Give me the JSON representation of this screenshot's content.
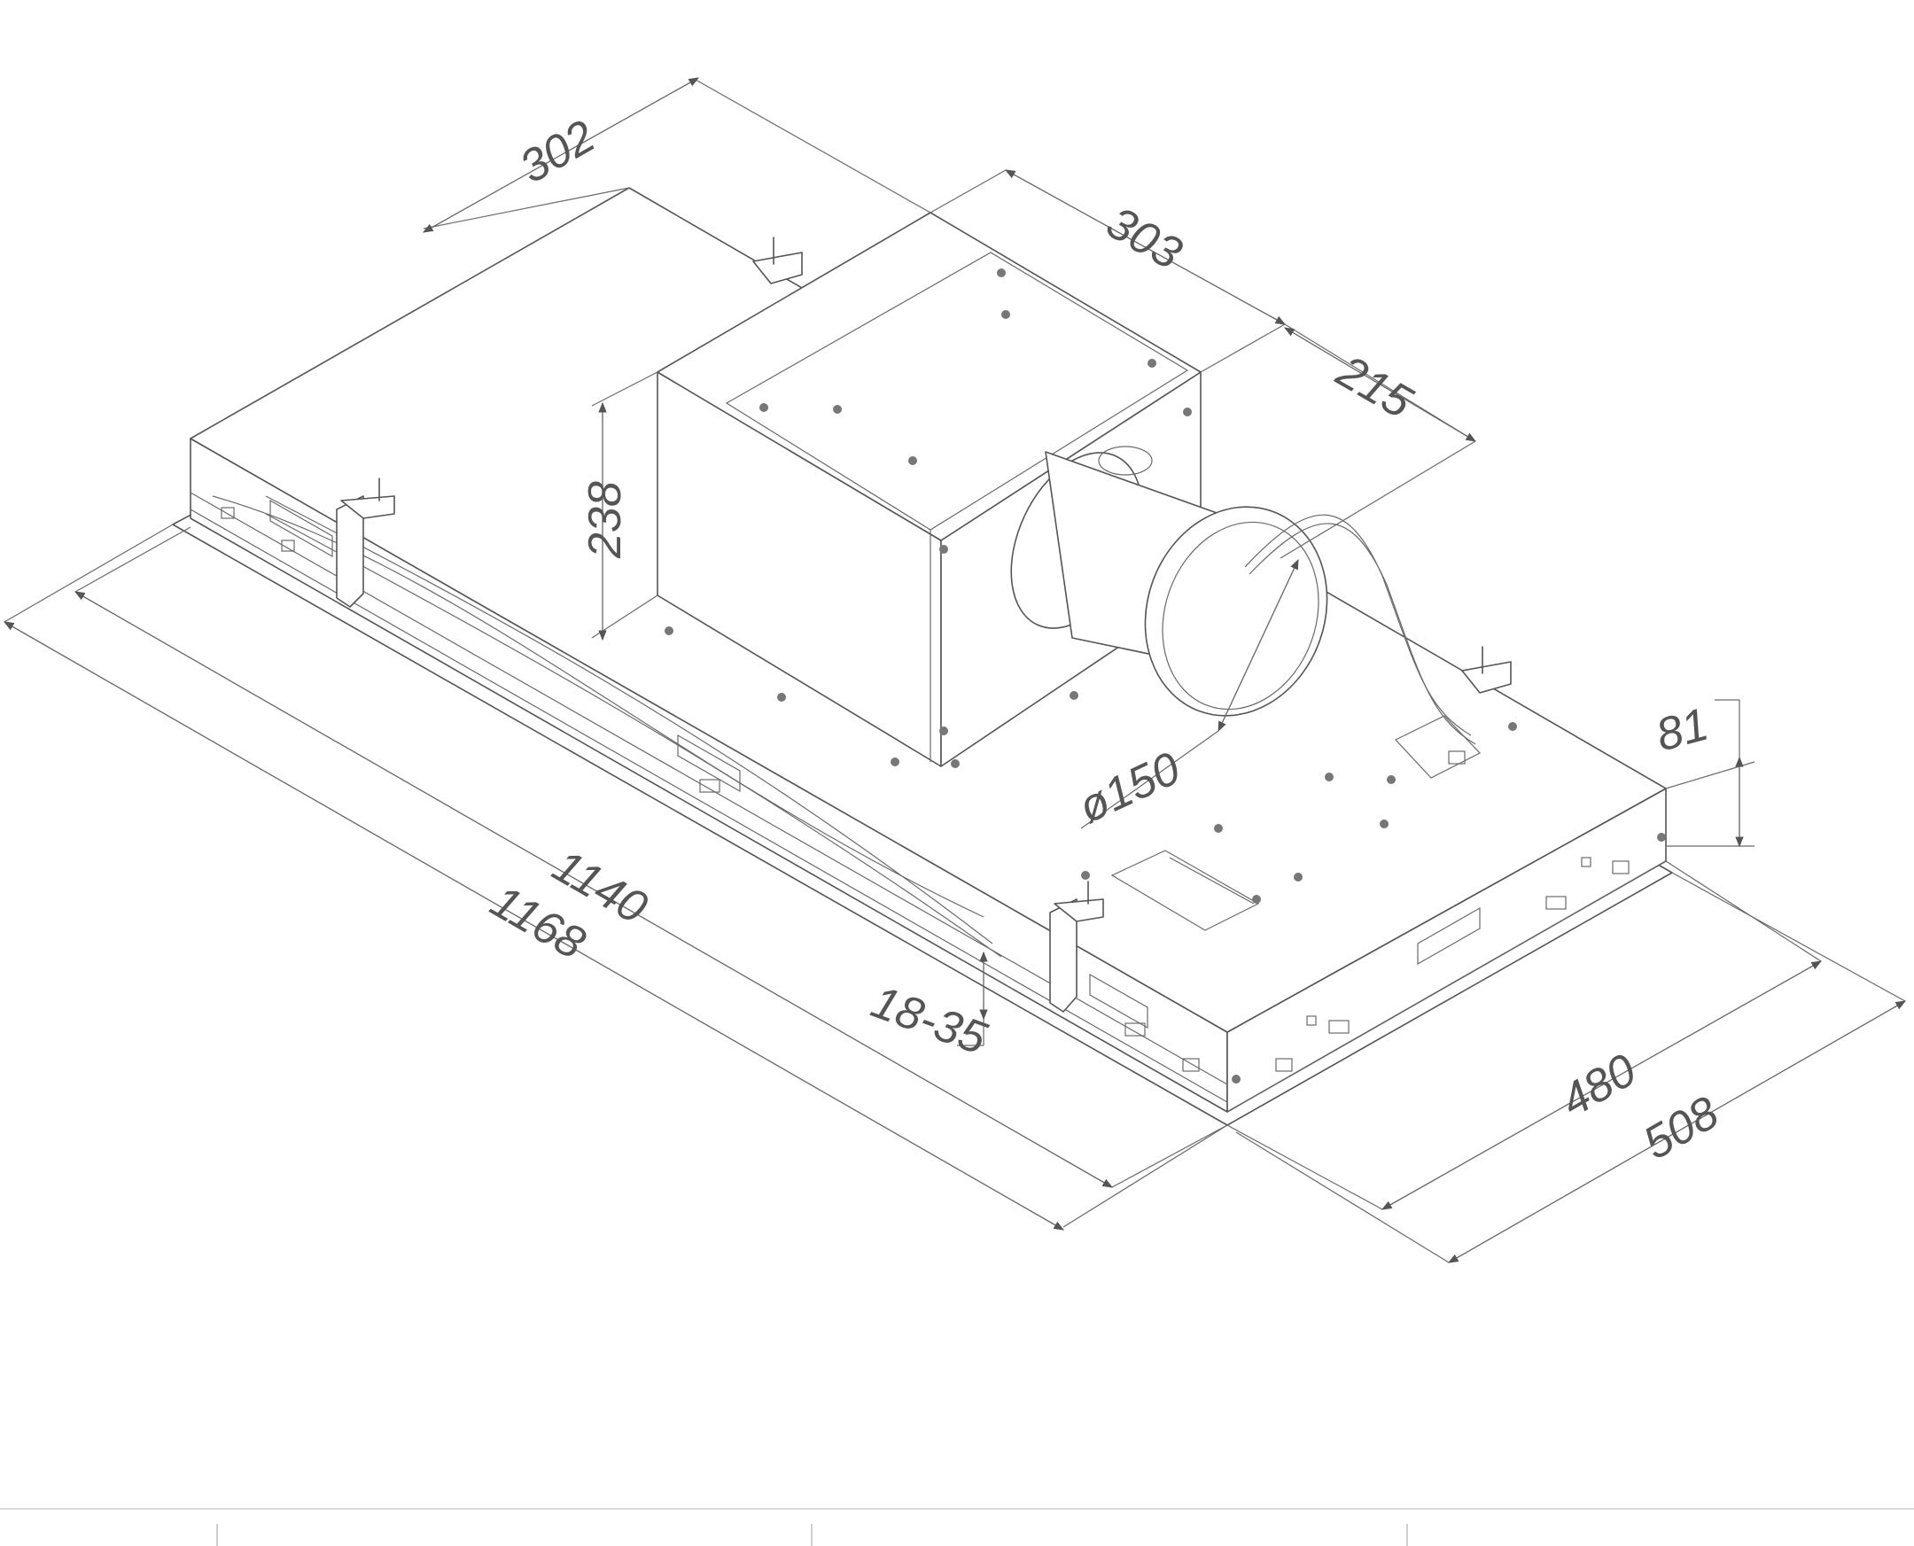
{
  "dimensions": {
    "d302": "302",
    "d303": "303",
    "d215": "215",
    "d238": "238",
    "d150": "ø150",
    "d81": "81",
    "d1140": "1140",
    "d1168": "1168",
    "d18_35": "18-35",
    "d480": "480",
    "d508": "508"
  },
  "colors": {
    "line": "#555555",
    "background": "#ffffff"
  }
}
